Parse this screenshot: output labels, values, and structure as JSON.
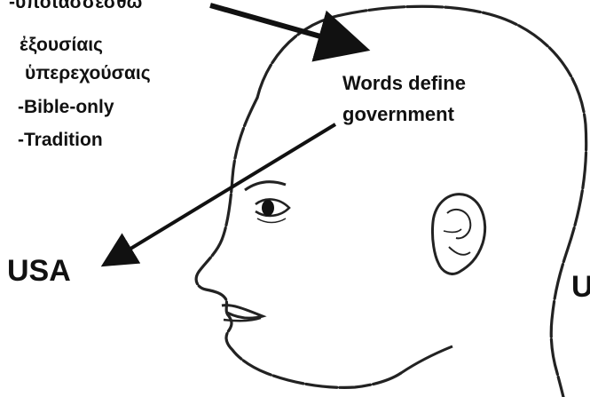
{
  "labels": {
    "cut_top": "-ὑποτασσέσθω",
    "greek_line1": "ἐξουσίαις",
    "greek_line2": "ὑπερεχούσαις",
    "bible_only": "-Bible-only",
    "tradition": "-Tradition",
    "words_line1": "Words define",
    "words_line2": "government",
    "usa_left": "USA",
    "usa_right_cut": "U"
  },
  "colors": {
    "ink": "#111111",
    "background": "#ffffff"
  },
  "icons": {
    "head": "head-profile-drawing",
    "arrow_to_head": "arrow-icon",
    "arrow_to_usa": "arrow-icon"
  }
}
